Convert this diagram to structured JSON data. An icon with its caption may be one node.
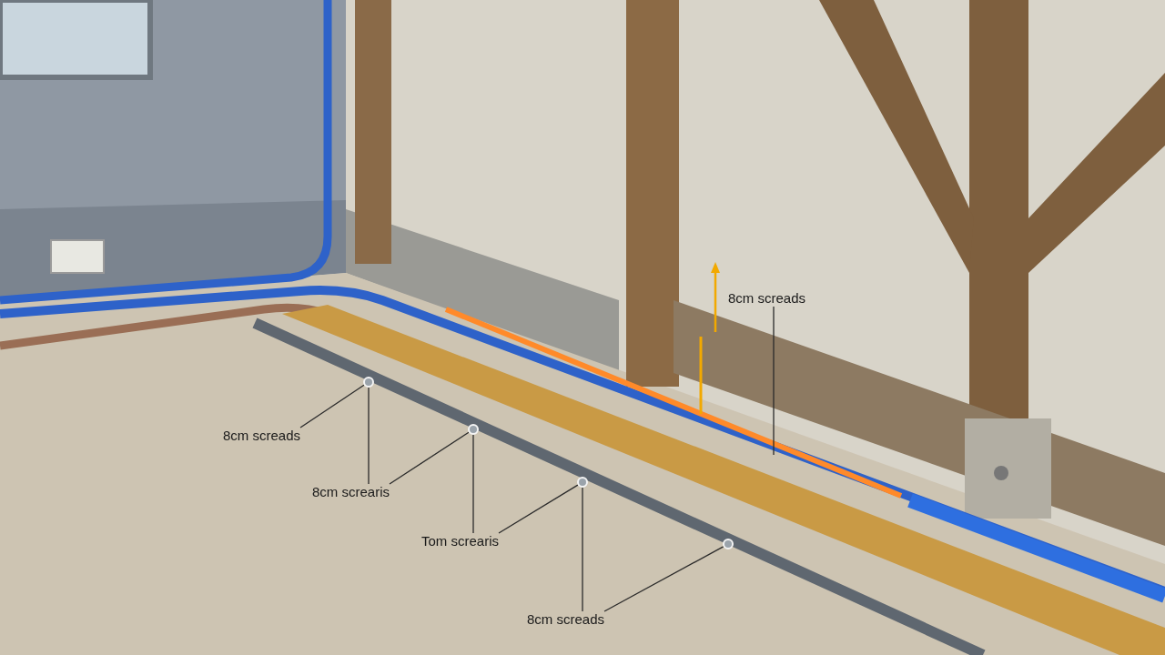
{
  "diagram": {
    "nodes": [
      {
        "text": [
          "8cm screads"
        ]
      },
      {
        "text": [
          "8cm screads"
        ]
      },
      {
        "text": [
          "8cm screaris"
        ]
      },
      {
        "text": [
          "Tom screaris"
        ]
      },
      {
        "text": [
          "8cm screads"
        ]
      },
      {
        "text": [],
        "shape": "ring"
      },
      {
        "text": [],
        "shape": "ring"
      },
      {
        "text": [],
        "shape": "ring"
      },
      {
        "text": [],
        "shape": "ring"
      }
    ],
    "edges": [
      {
        "from": 1,
        "to": 5,
        "arrow": "none"
      },
      {
        "from": 2,
        "to": 5,
        "arrow": "none"
      },
      {
        "from": 2,
        "to": 6,
        "arrow": "none"
      },
      {
        "from": 3,
        "to": 6,
        "arrow": "none"
      },
      {
        "from": 3,
        "to": 7,
        "arrow": "none"
      },
      {
        "from": 4,
        "to": 7,
        "arrow": "none"
      },
      {
        "from": 4,
        "to": 8,
        "arrow": "none"
      },
      {
        "from": 0,
        "to": null,
        "arrow": "none"
      }
    ]
  }
}
